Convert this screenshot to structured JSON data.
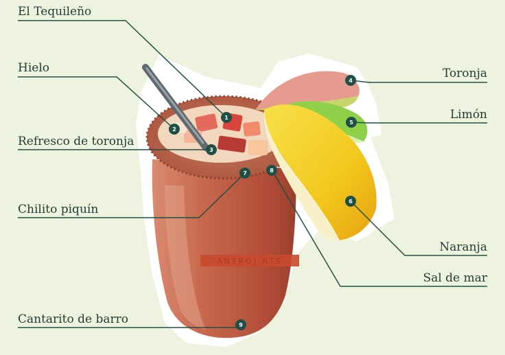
{
  "labels": {
    "tequileno": "El Tequileño",
    "hielo": "Hielo",
    "refresco": "Refresco de toronja",
    "chilito": "Chilito piquín",
    "cantarito": "Cantarito de barro",
    "toronja": "Toronja",
    "limon": "Limón",
    "naranja": "Naranja",
    "sal": "Sal de mar"
  },
  "markers": [
    "1",
    "2",
    "3",
    "4",
    "5",
    "6",
    "7",
    "8",
    "9"
  ],
  "cup_band_text": "ANTROJ RTS",
  "colors": {
    "background": "#eef3df",
    "leader_line": "#1f4f45",
    "marker_fill": "#1f4f45",
    "clay": "#c0624a",
    "rim": "#b5624a",
    "orange": "#f2c81e",
    "lime": "#8fd04a",
    "grapefruit": "#e79a8e"
  }
}
